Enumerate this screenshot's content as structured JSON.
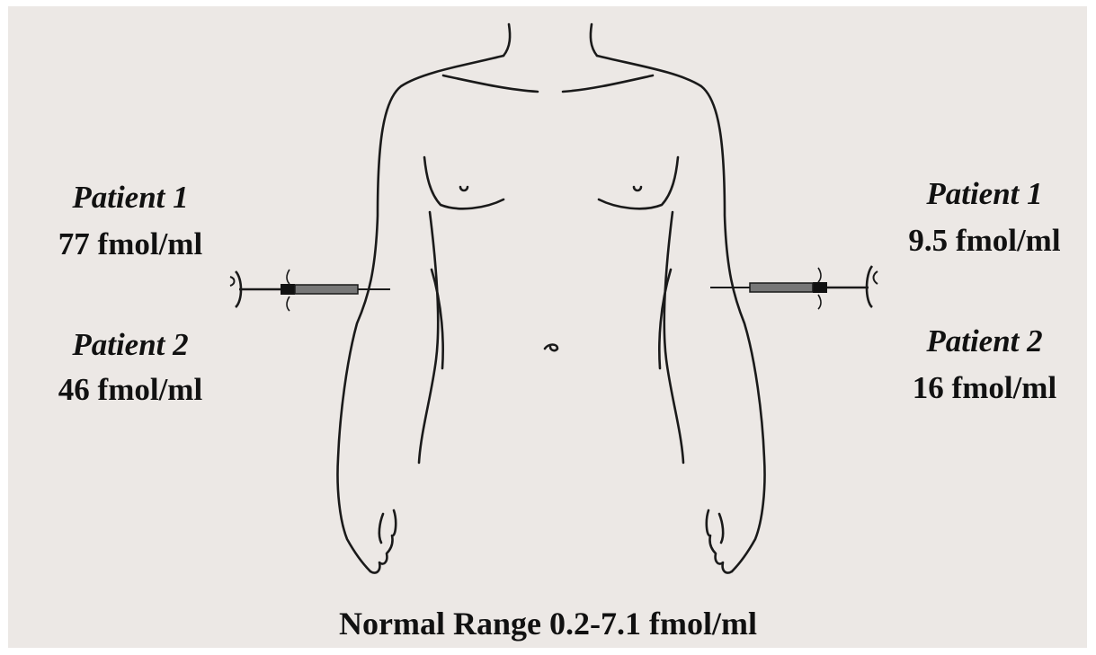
{
  "left_arm": {
    "patient1_label": "Patient 1",
    "patient1_value": "77 fmol/ml",
    "patient2_label": "Patient 2",
    "patient2_value": "46 fmol/ml"
  },
  "right_arm": {
    "patient1_label": "Patient 1",
    "patient1_value": "9.5 fmol/ml",
    "patient2_label": "Patient 2",
    "patient2_value": "16 fmol/ml"
  },
  "footer": "Normal Range 0.2-7.1 fmol/ml"
}
